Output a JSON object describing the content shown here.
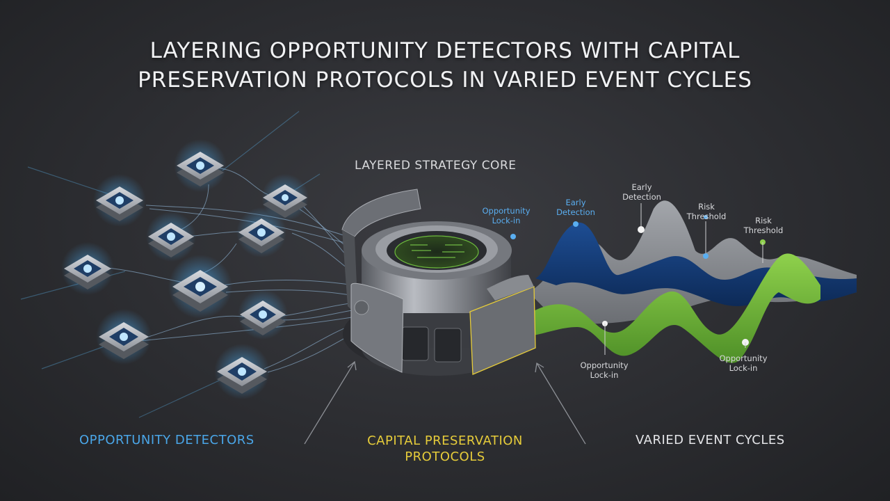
{
  "title": {
    "line1": "LAYERING OPPORTUNITY DETECTORS WITH CAPITAL",
    "line2": "PRESERVATION PROTOCOLS IN VARIED EVENT CYCLES"
  },
  "core_label": "LAYERED STRATEGY CORE",
  "bottom_labels": {
    "detectors": "OPPORTUNITY DETECTORS",
    "protocols_line1": "CAPITAL PRESERVATION",
    "protocols_line2": "PROTOCOLS",
    "cycles": "VARIED EVENT CYCLES"
  },
  "annotations": {
    "opp_lock_top": {
      "line1": "Opportunity",
      "line2": "Lock-in"
    },
    "early_detection_1": {
      "line1": "Early",
      "line2": "Detection"
    },
    "early_detection_2": {
      "line1": "Early",
      "line2": "Detection"
    },
    "risk_threshold_1": {
      "line1": "Risk",
      "line2": "Threshold"
    },
    "risk_threshold_2": {
      "line1": "Risk",
      "line2": "Threshold"
    },
    "opp_lock_bottom_1": {
      "line1": "Opportunity",
      "line2": "Lock-in"
    },
    "opp_lock_bottom_2": {
      "line1": "Opportunity",
      "line2": "Lock-in"
    }
  },
  "colors": {
    "detector_glow": "#4aa6e8",
    "protocol_yellow": "#e6cc3a",
    "wave_blue": "#173f7a",
    "wave_gray": "#8d9096",
    "wave_green": "#7cc242"
  }
}
